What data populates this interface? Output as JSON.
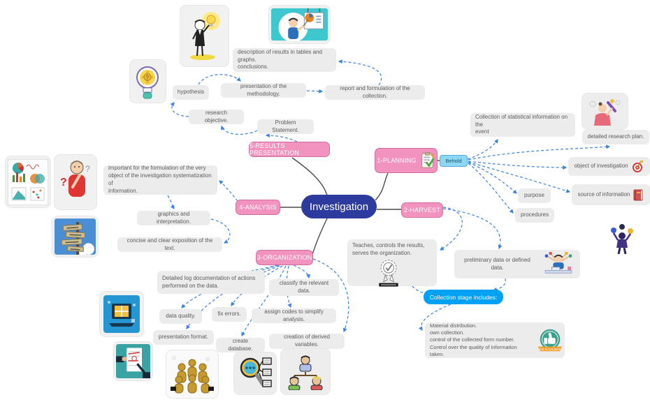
{
  "app": {
    "type": "mind map"
  },
  "center": {
    "label": "Investigation"
  },
  "branches": {
    "planning": {
      "label": "1-PLANNING",
      "tag": "Behold",
      "children": {
        "collection_event": "Collection of statistical information on the\nevent",
        "research_plan": "detailed research plan.",
        "object_of_investigation": "object of investigation",
        "source_of_information": "source of information",
        "purpose": "purpose",
        "procedures": "procedures"
      }
    },
    "harvest": {
      "label": "2-HARVEST",
      "children": {
        "teaches": "Teaches, controls the results,\nserves the organization.",
        "preliminary": "preliminary data or defined data.",
        "collection_stage": "Collection stage includes:",
        "material": "Material distribution.\nown collection.\ncontrol of the collected form number.\nControl over the quality of information taken."
      }
    },
    "organization": {
      "label": "3-ORGANIZATION",
      "children": {
        "log": "Detailed log documentation of actions\nperformed on the data.",
        "classify": "classify the relevant data.",
        "data_quality": "data quality.",
        "fix_errors": "fix errors.",
        "assign_codes": "assign codes to simplify analysis.",
        "presentation_format": "presentation format.",
        "create_database": "create database.",
        "derived_variables": "creation of derived variables."
      }
    },
    "analysis": {
      "label": "4-ANALYSIS",
      "children": {
        "important": "important for the formulation of the very\nobject of the investigation systematization of\ninformation.",
        "graphics": "graphics and interpretation.",
        "concise": "concise and clear exposition of the text."
      }
    },
    "results": {
      "label": "5-RESULTS PRESENTATION",
      "children": {
        "problem": "Problem Statement.",
        "objective": "research objective.",
        "hypothesis": "hypothesis",
        "methodology": "presentation of the methodology.",
        "report": "report and formulation of the collection.",
        "description": "description of results in tables and graphs.\nconclusions."
      }
    }
  },
  "badges": {
    "quality_label": "100 % CALIDAD"
  },
  "icons": {
    "planning_icon": "clipboard-checklist-icon",
    "object_icon": "target-dart-icon",
    "source_icon": "red-book-icon",
    "teaches_icon": "award-rosette-icon",
    "quality_icon": "thumbs-up-quality-badge-icon",
    "preliminary_icon": "multitasking-worker-illustration"
  },
  "images": {
    "idea_man": "man-with-idea-lightbulb",
    "presenter": "presenter-pointing-at-chart-board",
    "bulb_gear": "lightbulb-with-gear",
    "charts": "charts-collage",
    "thinker": "confused-thinking-man",
    "signpost": "signpost-crossroads-sky",
    "writer": "person-writing-research-plan",
    "juggler": "person-juggling-tasks",
    "laptop": "laptop-with-spreadsheet",
    "proofread": "document-proofreading-red-pen",
    "team": "golden-figures-team-circle",
    "search": "magnifier-with-documents",
    "orgchart": "people-hierarchy-chart"
  },
  "colors": {
    "center_bg": "#2d3a9e",
    "branch_bg": "#f193be",
    "branch_border": "#d06f9f",
    "tag_bg": "#8dd7f5",
    "highlight_bg": "#00a0f5",
    "card_bg": "#ececec",
    "connector_dashed": "#3b82e0",
    "connector_solid": "#4a4a4a"
  }
}
